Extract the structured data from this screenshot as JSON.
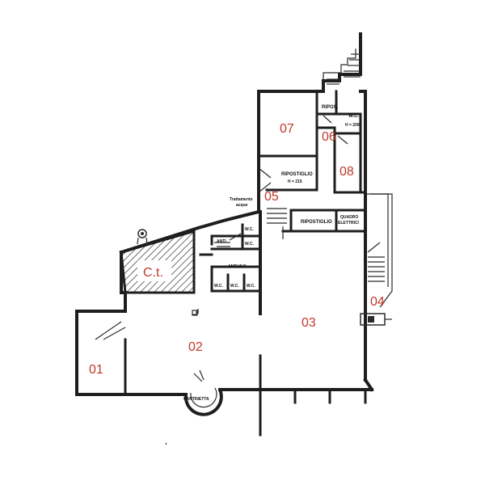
{
  "rooms": {
    "r01": "01",
    "r02": "02",
    "r03": "03",
    "r04": "04",
    "r05": "05",
    "r06": "06",
    "r07": "07",
    "r08": "08",
    "ct": "C.t."
  },
  "labels": {
    "ripos": "RIPOS.",
    "wc_top": "W.C.",
    "wc_height": "H = 200",
    "ripostiglio_upper": "RIPOSTIGLIO",
    "ripostiglio_upper_h": "H = 215",
    "trattamento_1": "Trattamento",
    "trattamento_2": "acque",
    "ripostiglio_mid": "RIPOSTIGLIO",
    "quadro_1": "QUADRO",
    "quadro_2": "ELETTRICI",
    "wc_a": "W.C.",
    "wc_b": "W.C.",
    "anti_1": "ANTI",
    "anti_wc": "ANTI W.C.",
    "wc_row_1": "W.C.",
    "wc_row_2": "W.C.",
    "wc_row_3": "W.C.",
    "cantinetta": "CANTINETTA"
  },
  "colors": {
    "room_number": "#c0392b",
    "walls": "#2a2a2a",
    "hatch": "#2a2a2a"
  }
}
